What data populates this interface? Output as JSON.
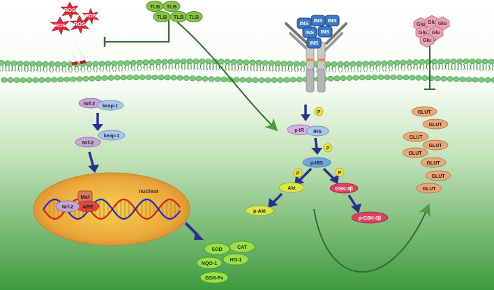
{
  "labels": {
    "ros": [
      "ROS",
      "ROS",
      "ROS",
      "ROS"
    ],
    "tlb": [
      "TLB",
      "TLB",
      "TLB",
      "TLB",
      "TLB"
    ],
    "ins": [
      "INS",
      "INS",
      "INS",
      "INS",
      "INS",
      "INS"
    ],
    "glu": [
      "Glu",
      "Glu",
      "Glu",
      "Glu",
      "Glu",
      "Glu"
    ],
    "nrf2": "Nrf-2",
    "keap1": "keap-1",
    "nuclear": "nuclear",
    "maf": "Maf",
    "are": "ARE",
    "p": "P",
    "p_ir": "p-IR",
    "irs": "IRS",
    "p_irs": "p-IRS",
    "akt": "Akt",
    "p_akt": "p-Akt",
    "gsk3b": "GSK-3β",
    "p_gsk3b": "p-GSK-3β",
    "glut": "GLUT",
    "sod": "SOD",
    "cat": "CAT",
    "nqo1": "NQO-1",
    "ho1": "HO-1",
    "gshpx": "GSH-Px"
  },
  "colors": {
    "background_top": "#ffffff",
    "background_bottom": "#3e9a3e",
    "membrane_lipid": "#7fc97f",
    "pathway_arrow": "#2b2f8c",
    "ros_star": "#d8283c",
    "tlb": "#8bc34a",
    "ins": "#3a78c2",
    "glu": "#e9a5b5",
    "glut": "#e8a97a",
    "phospho": "#f1e43a",
    "nucleus": "#e9a23b",
    "dna_red": "#d21f1f",
    "dna_blue": "#1e2ab8",
    "enzyme": "#9be04a",
    "curve_arrow": "#2e6b2e"
  }
}
